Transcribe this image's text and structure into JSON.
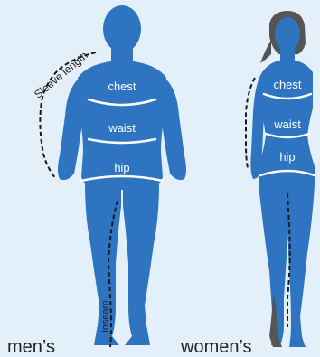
{
  "colors": {
    "background": "#e4f0f9",
    "body": "#2f74c0",
    "hair": "#555555",
    "measure_line": "#ffffff",
    "dashed_guide": "#1a1a1a"
  },
  "men": {
    "caption": "men’s",
    "chest": "chest",
    "waist": "waist",
    "hip": "hip",
    "sleeve": "Sleeve length",
    "inseam": "inseam"
  },
  "women": {
    "caption": "women’s",
    "chest": "chest",
    "waist": "waist",
    "hip": "hip"
  }
}
